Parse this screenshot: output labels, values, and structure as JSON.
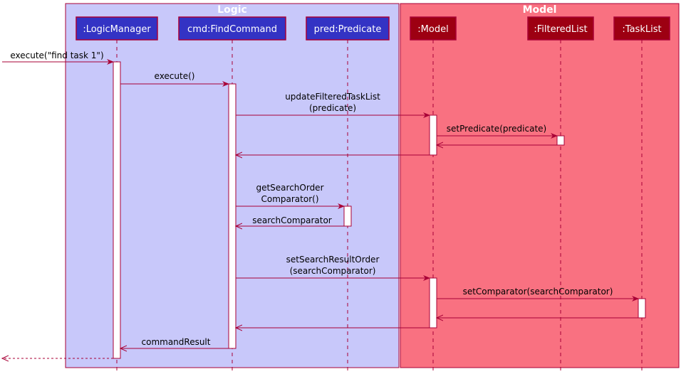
{
  "groups": [
    {
      "id": "logic",
      "title": "Logic",
      "fill": "#c8c8fa",
      "stroke": "#a80036"
    },
    {
      "id": "model",
      "title": "Model",
      "fill": "#f97181",
      "stroke": "#a80036"
    }
  ],
  "participants": [
    {
      "id": "lm",
      "label": ":LogicManager",
      "fill": "#3333c4",
      "stroke": "#a80036"
    },
    {
      "id": "fc",
      "label": "cmd:FindCommand",
      "fill": "#3333c4",
      "stroke": "#a80036"
    },
    {
      "id": "pred",
      "label": "pred:Predicate",
      "fill": "#3333c4",
      "stroke": "#a80036"
    },
    {
      "id": "model",
      "label": ":Model",
      "fill": "#9d0012",
      "stroke": "#a80036"
    },
    {
      "id": "fl",
      "label": ":FilteredList",
      "fill": "#9d0012",
      "stroke": "#a80036"
    },
    {
      "id": "tl",
      "label": ":TaskList",
      "fill": "#9d0012",
      "stroke": "#a80036"
    }
  ],
  "messages": [
    {
      "id": "m1",
      "lines": [
        "execute(\"find task 1\")"
      ],
      "from": "",
      "to": "lm",
      "type": "call"
    },
    {
      "id": "m2",
      "lines": [
        "execute()"
      ],
      "from": "lm",
      "to": "fc",
      "type": "call"
    },
    {
      "id": "m3",
      "lines": [
        "updateFilteredTaskList",
        "(predicate)"
      ],
      "from": "fc",
      "to": "model",
      "type": "call"
    },
    {
      "id": "m4",
      "lines": [
        "setPredicate(predicate)"
      ],
      "from": "model",
      "to": "fl",
      "type": "call"
    },
    {
      "id": "m5",
      "lines": [],
      "from": "fl",
      "to": "model",
      "type": "return"
    },
    {
      "id": "m6",
      "lines": [],
      "from": "model",
      "to": "fc",
      "type": "return"
    },
    {
      "id": "m7",
      "lines": [
        "getSearchOrder",
        "Comparator()"
      ],
      "from": "fc",
      "to": "pred",
      "type": "call"
    },
    {
      "id": "m8",
      "lines": [
        "searchComparator"
      ],
      "from": "pred",
      "to": "fc",
      "type": "return"
    },
    {
      "id": "m9",
      "lines": [
        "setSearchResultOrder",
        "(searchComparator)"
      ],
      "from": "fc",
      "to": "model",
      "type": "call"
    },
    {
      "id": "m10",
      "lines": [
        "setComparator(searchComparator)"
      ],
      "from": "model",
      "to": "tl",
      "type": "call"
    },
    {
      "id": "m11",
      "lines": [],
      "from": "tl",
      "to": "model",
      "type": "return"
    },
    {
      "id": "m12",
      "lines": [],
      "from": "model",
      "to": "fc",
      "type": "return"
    },
    {
      "id": "m13",
      "lines": [
        "commandResult"
      ],
      "from": "fc",
      "to": "lm",
      "type": "return"
    },
    {
      "id": "m14",
      "lines": [],
      "from": "lm",
      "to": "",
      "type": "dashed-return"
    }
  ],
  "colors": {
    "arrow": "#a80036",
    "lifeline": "#a80036",
    "activation_fill": "#ffffff"
  }
}
